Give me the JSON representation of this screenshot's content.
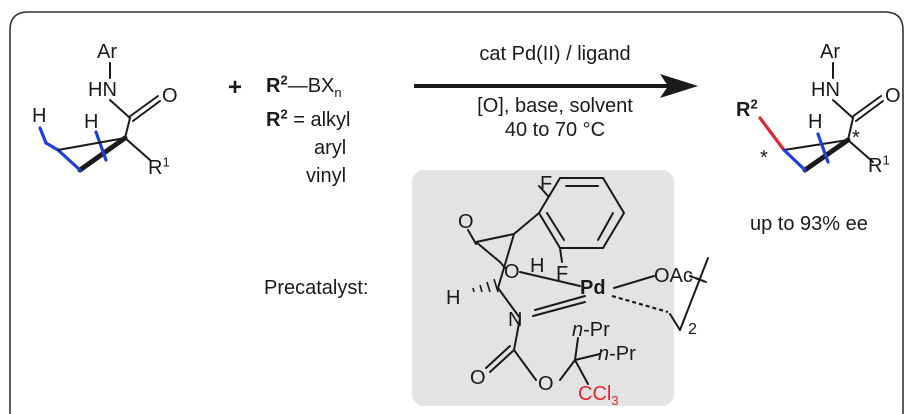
{
  "starting_material": {
    "ar": "Ar",
    "hn": "HN",
    "o": "O",
    "h_left": "H",
    "h_mid": "H",
    "r1": "R",
    "r1_sup": "1"
  },
  "plus": "+",
  "reagent": {
    "r2": "R",
    "r2_sup": "2",
    "bond": "—BX",
    "bx_sub": "n",
    "eq_prefix": "R",
    "eq_sup": "2",
    "eq_text": " = alkyl",
    "aryl": "aryl",
    "vinyl": "vinyl"
  },
  "conditions": {
    "line1": "cat Pd(II) / ligand",
    "line2": "[O], base, solvent",
    "line3": "40 to 70 °C"
  },
  "product": {
    "ar": "Ar",
    "hn": "HN",
    "o": "O",
    "r2": "R",
    "r2_sup": "2",
    "h": "H",
    "star_left": "*",
    "star_right": "*",
    "r1": "R",
    "r1_sup": "1",
    "ee": "up to 93% ee"
  },
  "precatalyst": {
    "label": "Precatalyst:",
    "f_top": "F",
    "f_bottom": "F",
    "o_top": "O",
    "o_ring": "O",
    "h_ring": "H",
    "pd": "Pd",
    "oac": "OAc",
    "h_alpha": "H",
    "n": "N",
    "two": "2",
    "npr1_n": "n",
    "npr1_rest": "-Pr",
    "npr2_n": "n",
    "npr2_rest": "-Pr",
    "o_carbonyl": "O",
    "o_ester": "O",
    "ccl3": "CCl",
    "ccl3_sub": "3"
  },
  "colors": {
    "blue_bond": "#1f3fd6",
    "red_bond": "#e0262d",
    "panel_fill": "#e3e3e3",
    "ink": "#1a1a1a"
  }
}
